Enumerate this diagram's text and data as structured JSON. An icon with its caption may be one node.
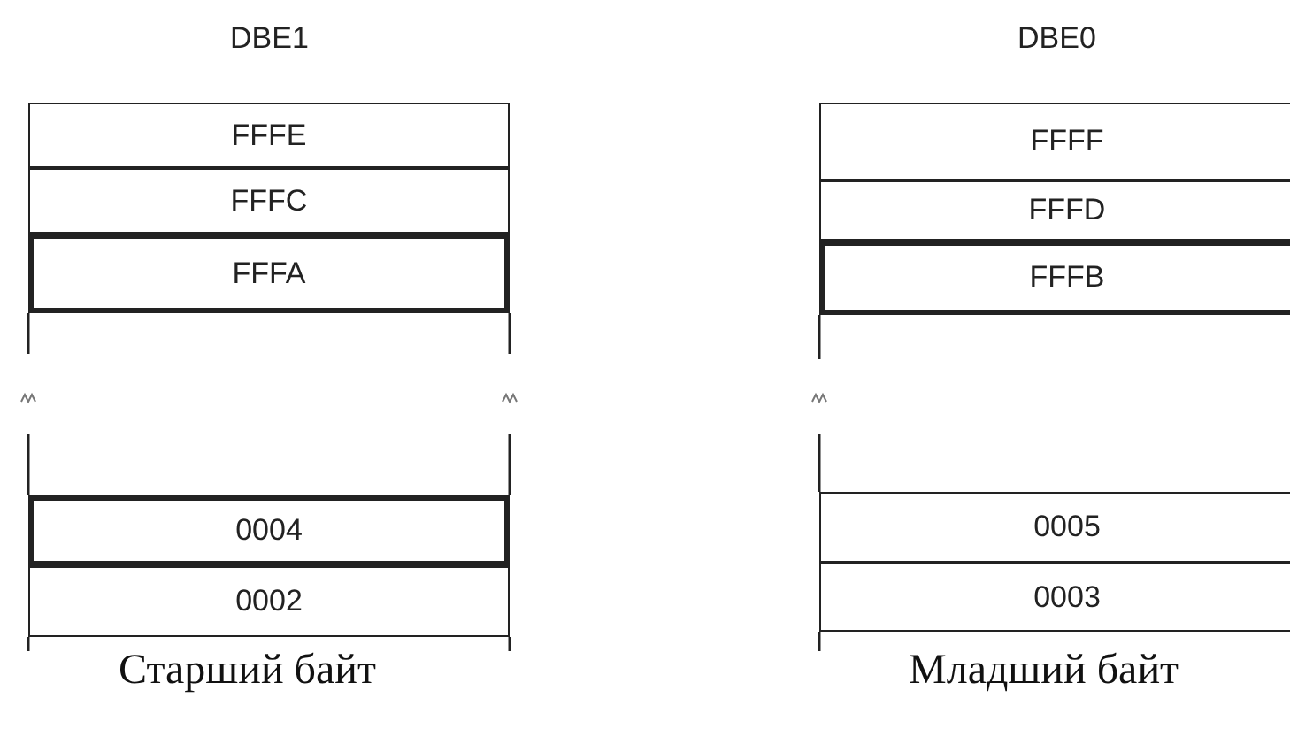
{
  "diagram": {
    "nodes": [
      {
        "text": [
          "FFFE"
        ]
      },
      {
        "text": [
          "FFFF"
        ]
      },
      {
        "text": [
          "FFFC"
        ]
      },
      {
        "text": [
          "FFFD"
        ]
      },
      {
        "text": [
          "FFFA"
        ]
      },
      {
        "text": [
          "FFFB"
        ]
      },
      {
        "text": [
          "0004"
        ]
      },
      {
        "text": [
          "0005"
        ]
      },
      {
        "text": [
          "0002"
        ]
      },
      {
        "text": [
          "0003"
        ]
      }
    ],
    "edges": [],
    "labels": [
      "DBE1",
      "DBE0",
      "Старший байт",
      "Младший байт"
    ]
  }
}
